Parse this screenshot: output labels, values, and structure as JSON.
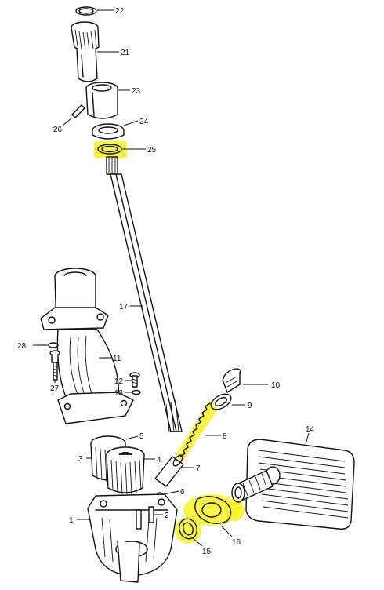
{
  "highlight_color": "#f7f226",
  "callouts": {
    "c1": "1",
    "c2": "2",
    "c3": "3",
    "c4": "4",
    "c5": "5",
    "c6": "6",
    "c7": "7",
    "c8": "8",
    "c9": "9",
    "c10": "10",
    "c11": "11",
    "c12": "12",
    "c13": "13",
    "c14": "14",
    "c15": "15",
    "c16": "16",
    "c17": "17",
    "c21": "21",
    "c22": "22",
    "c23": "23",
    "c24": "24",
    "c25": "25",
    "c26": "26",
    "c27": "27",
    "c28": "28"
  },
  "highlighted_parts": [
    "8",
    "15",
    "16",
    "25"
  ]
}
